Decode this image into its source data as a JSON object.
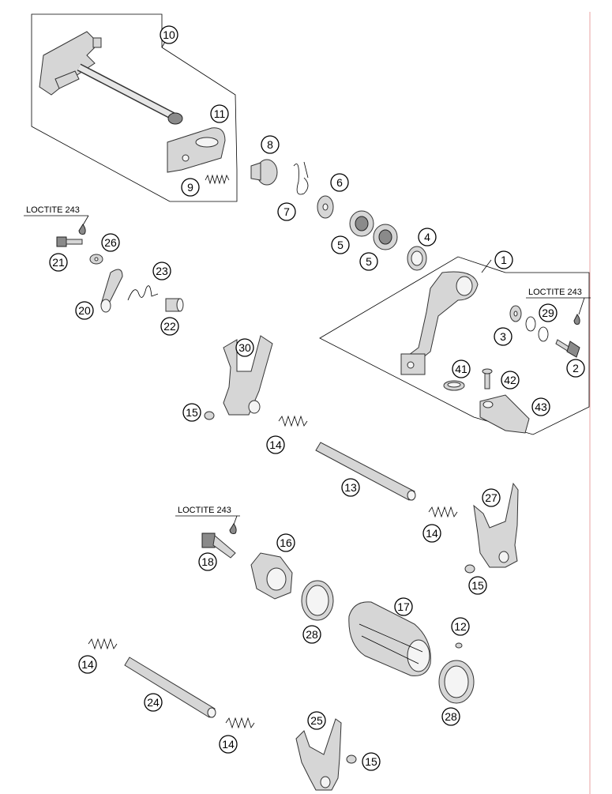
{
  "loctite_note": "LOCTITE 243",
  "colors": {
    "line": "#000000",
    "part_fill": "#d6d6d6",
    "part_dark": "#8a8a8a",
    "edge_marker": "#e8a0a0"
  },
  "labels": {
    "p1": "1",
    "p2": "2",
    "p3": "3",
    "p4": "4",
    "p5a": "5",
    "p5b": "5",
    "p6": "6",
    "p7": "7",
    "p8": "8",
    "p9": "9",
    "p10": "10",
    "p11": "11",
    "p12": "12",
    "p13": "13",
    "p14a": "14",
    "p14b": "14",
    "p14c": "14",
    "p14d": "14",
    "p15a": "15",
    "p15b": "15",
    "p15c": "15",
    "p16": "16",
    "p17": "17",
    "p18": "18",
    "p20": "20",
    "p21": "21",
    "p22": "22",
    "p23": "23",
    "p24": "24",
    "p25": "25",
    "p26": "26",
    "p27": "27",
    "p28a": "28",
    "p28b": "28",
    "p29": "29",
    "p30": "30",
    "p41": "41",
    "p42": "42",
    "p43": "43"
  }
}
